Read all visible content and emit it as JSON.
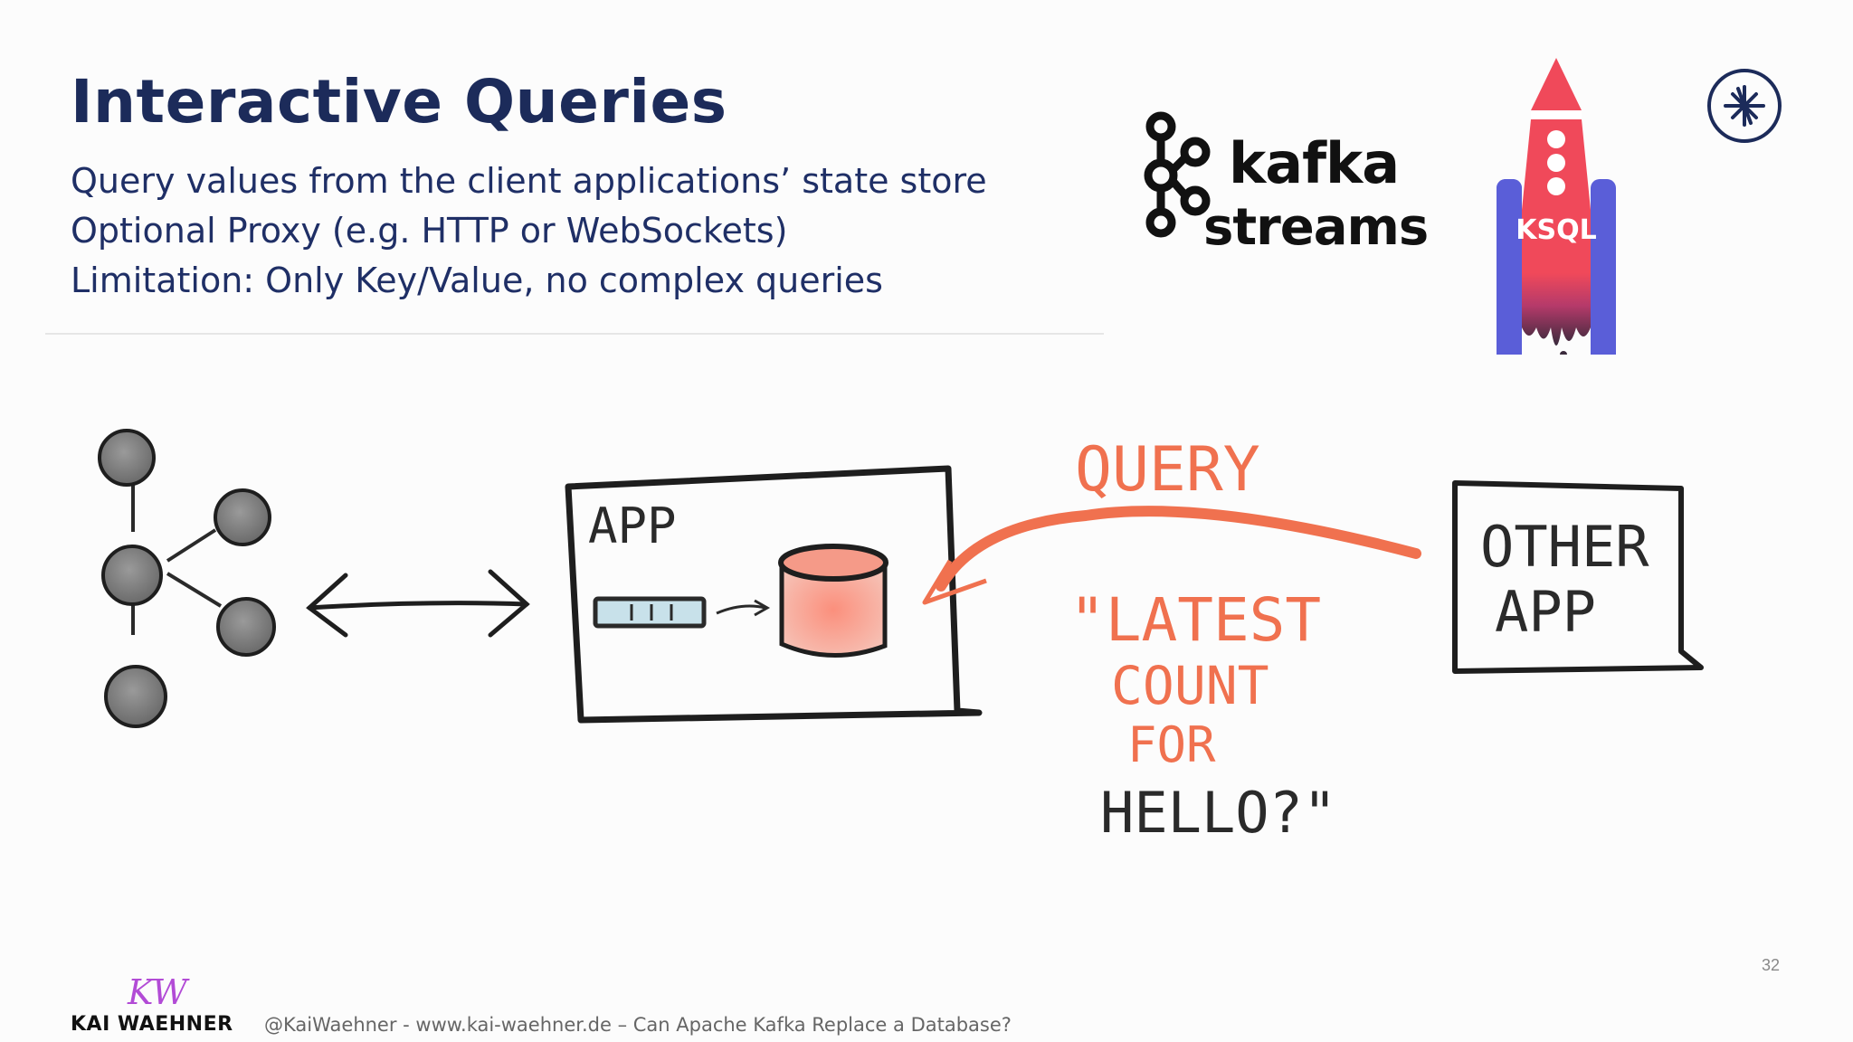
{
  "slide": {
    "title": "Interactive Queries",
    "bullets": [
      "Query values from the client applications’ state store",
      "Optional Proxy (e.g. HTTP or WebSockets)",
      "Limitation: Only Key/Value, no complex queries"
    ],
    "page_number": "32"
  },
  "logos": {
    "kafka_word": "kafka",
    "streams_word": "streams",
    "ksql_label": "KSQL",
    "kw_monogram": "KW"
  },
  "diagram": {
    "app_label": "APP",
    "query_label": "QUERY",
    "question_lines": [
      "\"LATEST",
      "COUNT",
      "FOR",
      "HELLO?\""
    ],
    "other_app_lines": [
      "OTHER",
      "APP"
    ]
  },
  "footer": {
    "brand": "KAI WAEHNER",
    "text": "@KaiWaehner - www.kai-waehner.de – Can Apache Kafka Replace a Database?"
  },
  "colors": {
    "title": "#1c2b5a",
    "accent_orange": "#f0714f",
    "ksql_red": "#f0495a",
    "ksql_blue": "#5a5ed8"
  }
}
